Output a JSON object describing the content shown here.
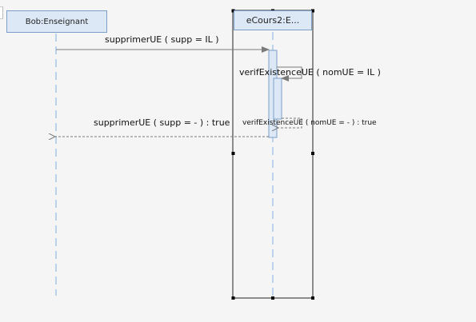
{
  "lifelines": {
    "a": {
      "name": "Bob:Enseignant"
    },
    "b": {
      "name": "eCours2:E..."
    }
  },
  "messages": {
    "call_main": "supprimerUE ( supp = IL )",
    "call_self": "verifExistenceUE ( nomUE = IL )",
    "return_self": "verifExistenceUE ( nomUE = - ) : true",
    "return_main": "supprimerUE ( supp = - ) : true"
  },
  "colors": {
    "lifeline_fill": "#dde8f6",
    "lifeline_border": "#7d9ec8",
    "dash_line": "#7faee0",
    "arrow": "#7a7a7a",
    "selection": "#000000"
  }
}
